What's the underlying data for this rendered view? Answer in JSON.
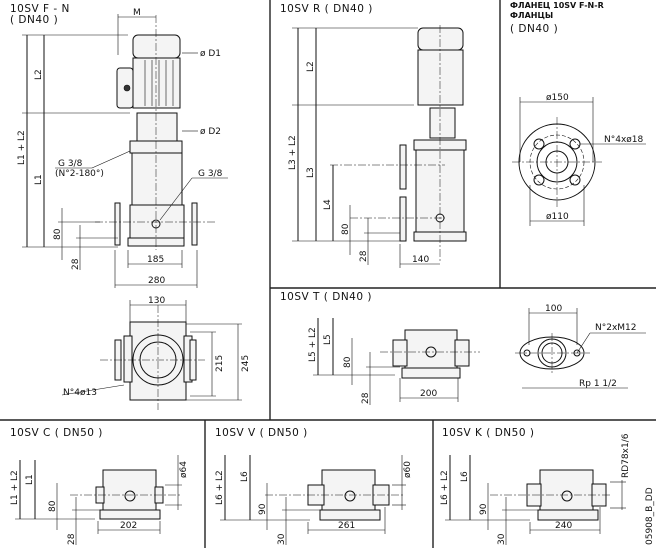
{
  "panels": {
    "fn": {
      "title": "10SV F - N",
      "subtitle": "( DN40 )",
      "labels": {
        "m": "M",
        "d1": "ø D1",
        "d2": "ø D2",
        "g38a": "G 3/8",
        "g38a_note": "(N°2-180°)",
        "g38b": "G 3/8",
        "l1l2": "L1 + L2",
        "l2": "L2",
        "l1": "L1",
        "h80": "80",
        "h28": "28",
        "w185": "185",
        "w280": "280"
      }
    },
    "top": {
      "labels": {
        "w130": "130",
        "h215": "215",
        "h245": "245",
        "holes": "N°4ø13"
      }
    },
    "r": {
      "title": "10SV R ( DN40 )",
      "labels": {
        "l3l2": "L3 + L2",
        "l2": "L2",
        "l3": "L3",
        "l4": "L4",
        "h80": "80",
        "h28": "28",
        "w140": "140"
      }
    },
    "flange": {
      "title_line1": "ФЛАНЕЦ 10SV F-N-R",
      "title_line2": "ФЛАНЦЫ",
      "subtitle": "( DN40 )",
      "labels": {
        "d150": "ø150",
        "d110": "ø110",
        "holes": "N°4xø18"
      }
    },
    "t": {
      "title": "10SV T ( DN40 )",
      "labels": {
        "l5l2": "L5 + L2",
        "l5": "L5",
        "h80": "80",
        "h28": "28",
        "w200": "200",
        "w100": "100",
        "bolts": "N°2xM12",
        "thread": "Rp 1 1/2"
      }
    },
    "c": {
      "title": "10SV C ( DN50 )",
      "labels": {
        "l1l2": "L1 + L2",
        "l1": "L1",
        "h80": "80",
        "h28": "28",
        "w202": "202",
        "d64": "ø64"
      }
    },
    "v": {
      "title": "10SV V ( DN50 )",
      "labels": {
        "l6l2": "L6 + L2",
        "l6": "L6",
        "h90": "90",
        "h30": "30",
        "w261": "261",
        "d60": "ø60"
      }
    },
    "k": {
      "title": "10SV K ( DN50 )",
      "labels": {
        "l6l2": "L6 + L2",
        "l6": "L6",
        "h90": "90",
        "h30": "30",
        "w240": "240",
        "thread": "RD78x1/6"
      }
    }
  },
  "drawing_code": "05908_B_DD"
}
